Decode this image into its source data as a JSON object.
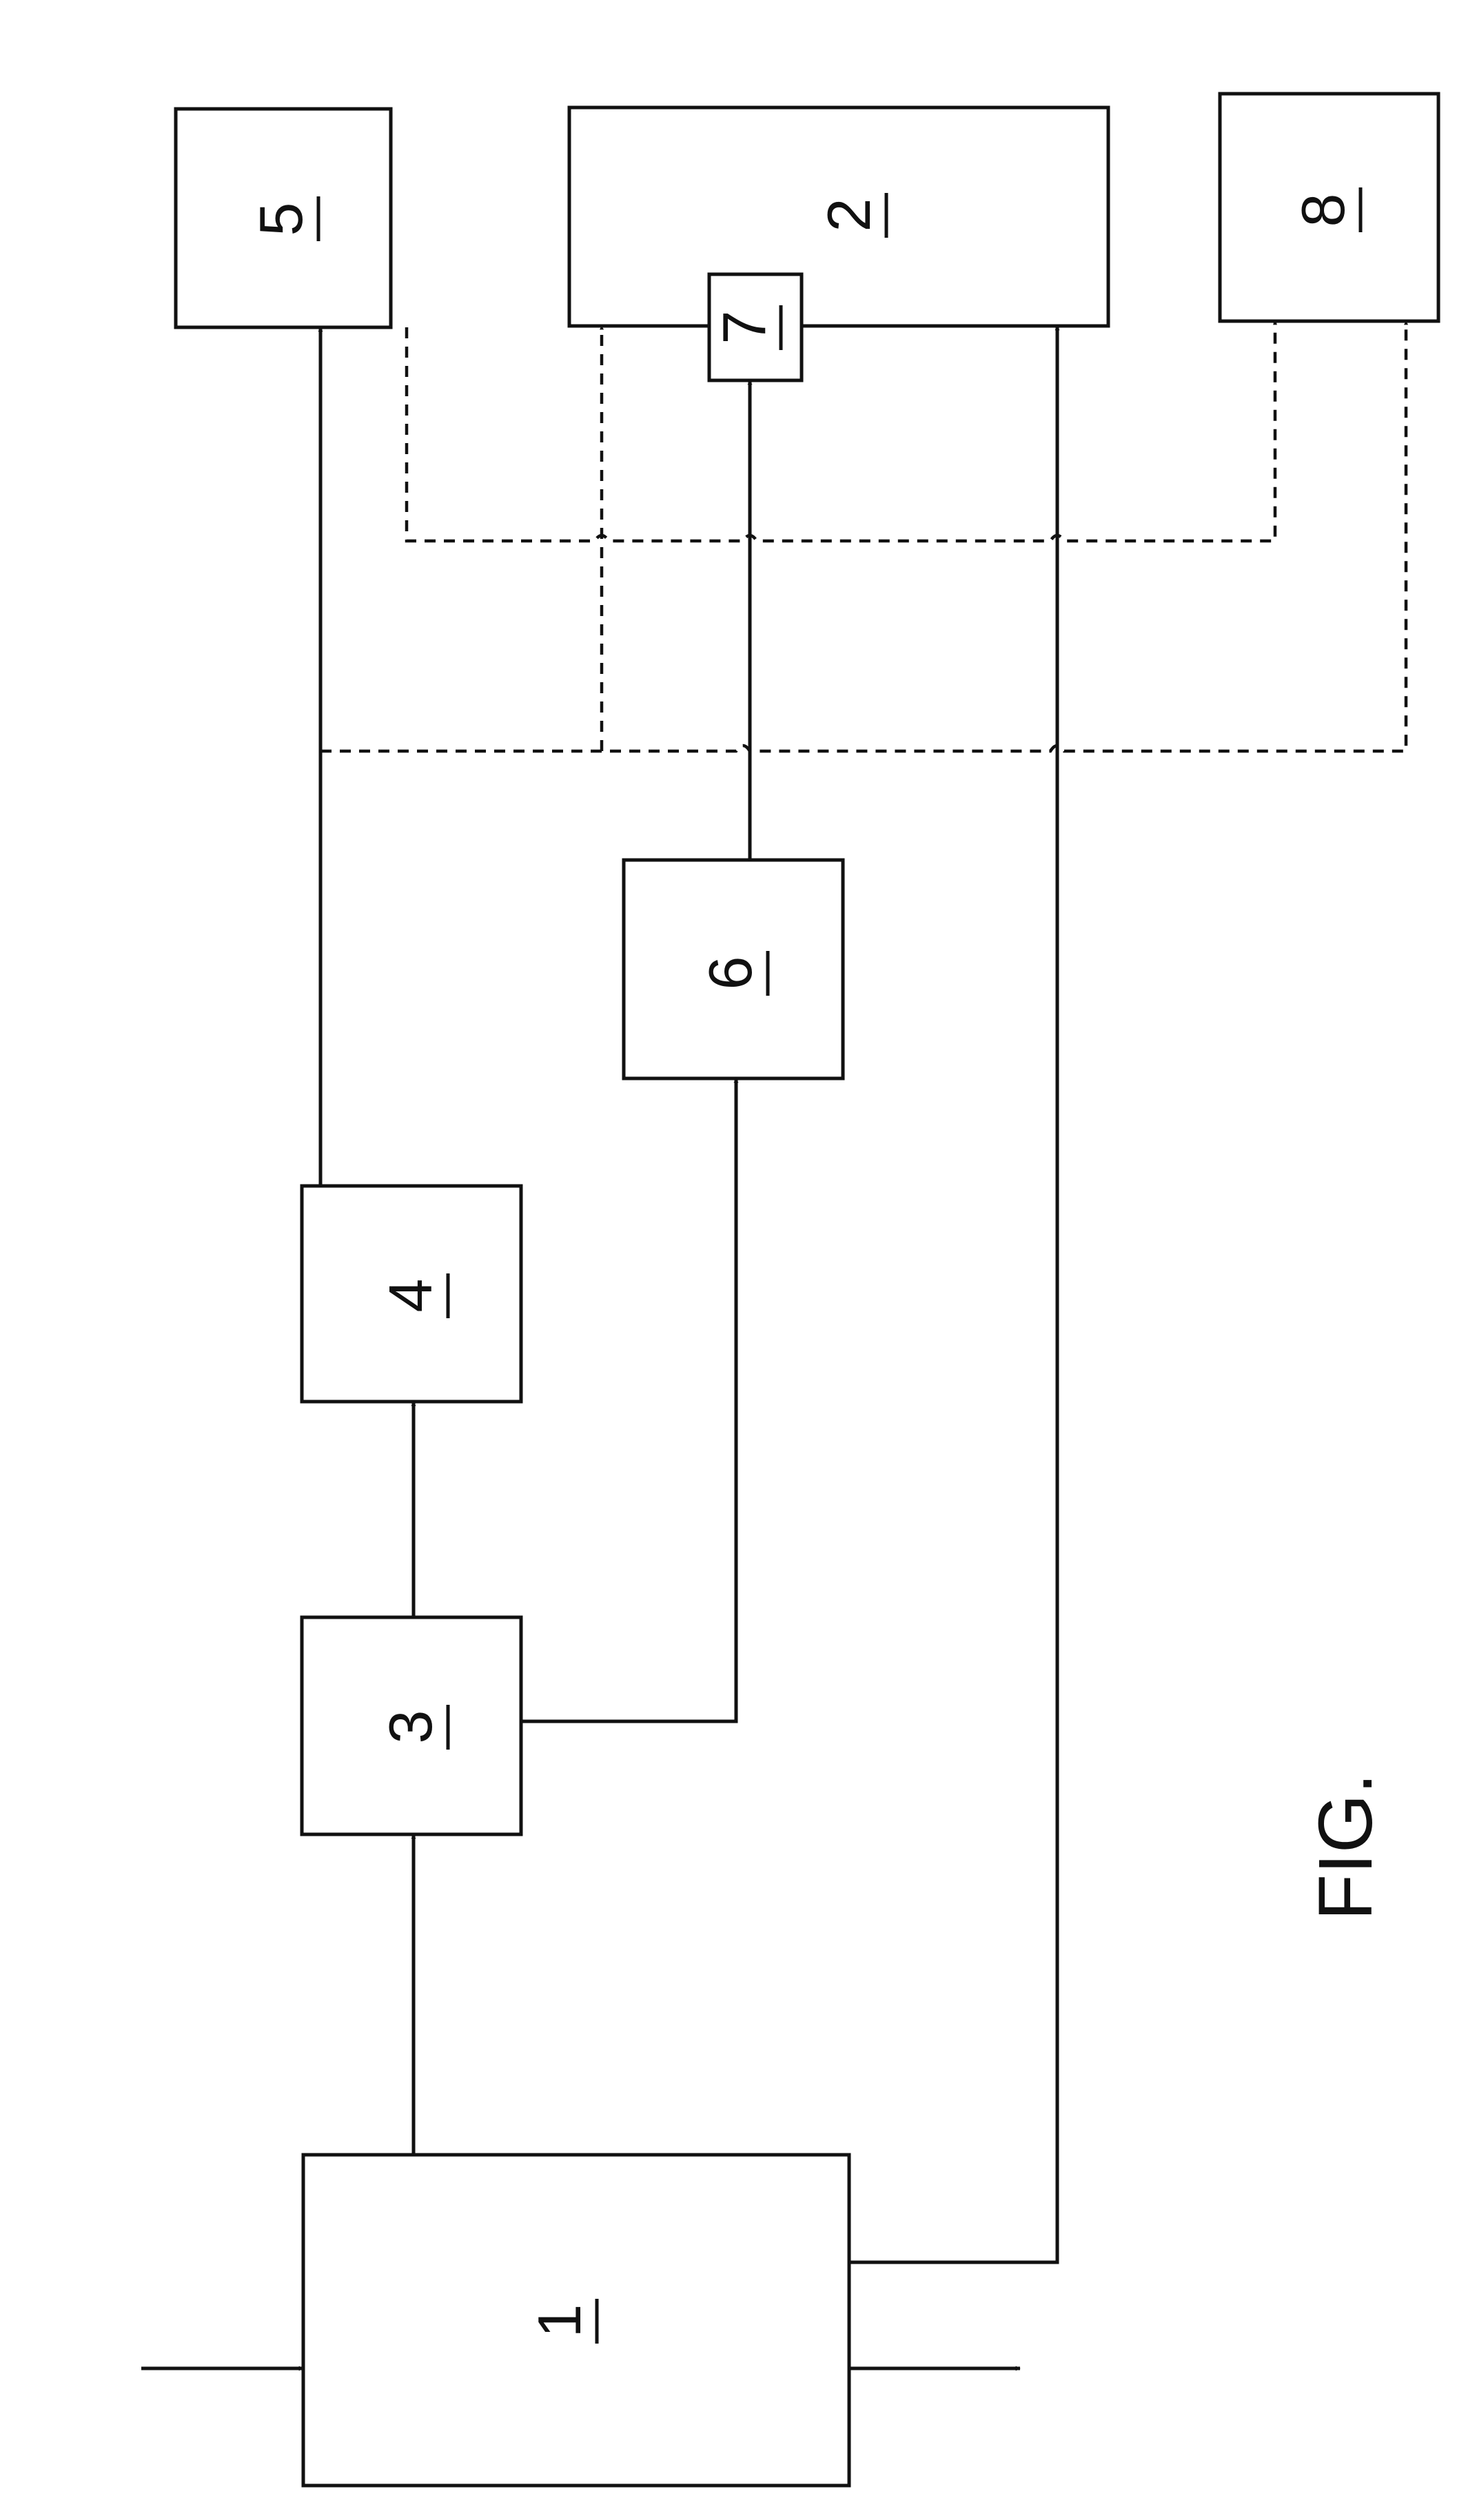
{
  "diagram": {
    "figure_label": "FIG.",
    "blocks": {
      "b1": "1",
      "b2": "2",
      "b3": "3",
      "b4": "4",
      "b5": "5",
      "b6": "6",
      "b7": "7",
      "b8": "8"
    }
  }
}
